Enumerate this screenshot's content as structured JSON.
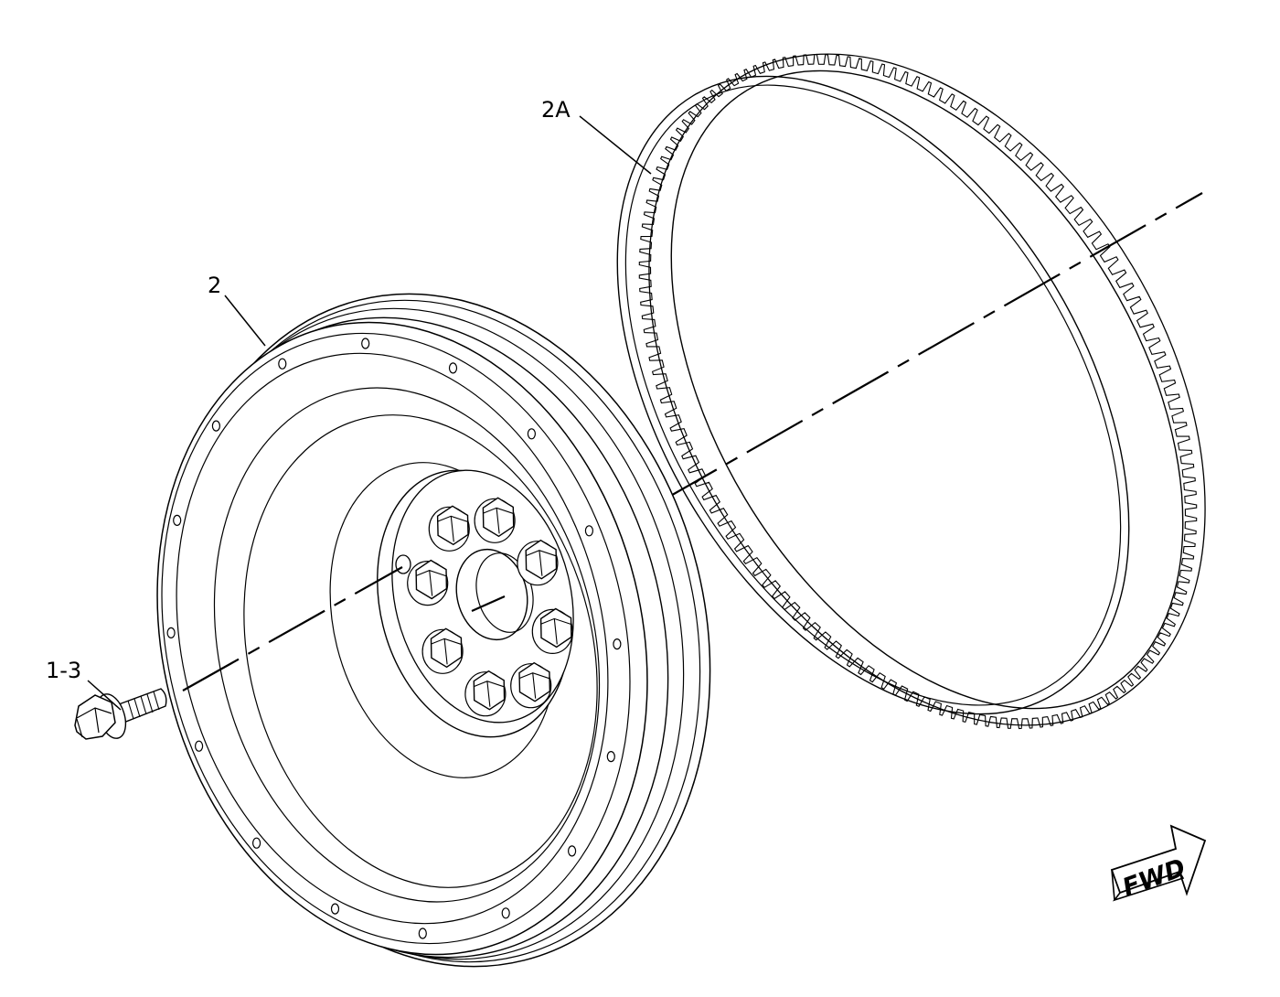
{
  "colors": {
    "ink": "#000000",
    "paper": "#ffffff"
  },
  "callouts": {
    "ring_gear": "2A",
    "flywheel": "2",
    "bolt": "1-3"
  },
  "direction_indicator": {
    "label": "FWD",
    "icon": "forward-arrow-icon"
  },
  "flywheel": {
    "bolt_count": 8
  }
}
